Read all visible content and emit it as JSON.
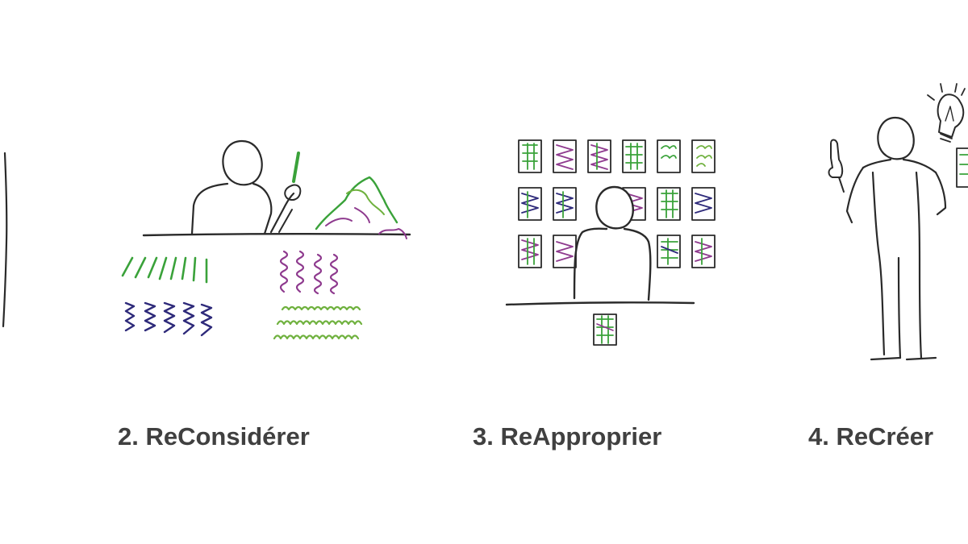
{
  "captions": {
    "step2": "2. ReConsidérer",
    "step3": "3. ReApproprier",
    "step4": "4. ReCréer"
  },
  "colors": {
    "background": "#ffffff",
    "ink": "#2a2a2a",
    "caption_text": "#404040",
    "green": "#3aa23a",
    "olive_green": "#6fb13e",
    "purple": "#8e3a8e",
    "navy": "#2e2a7a"
  },
  "icons": [
    "pencil-icon",
    "lightbulb-icon",
    "thumbs-up-icon",
    "card-icon"
  ]
}
